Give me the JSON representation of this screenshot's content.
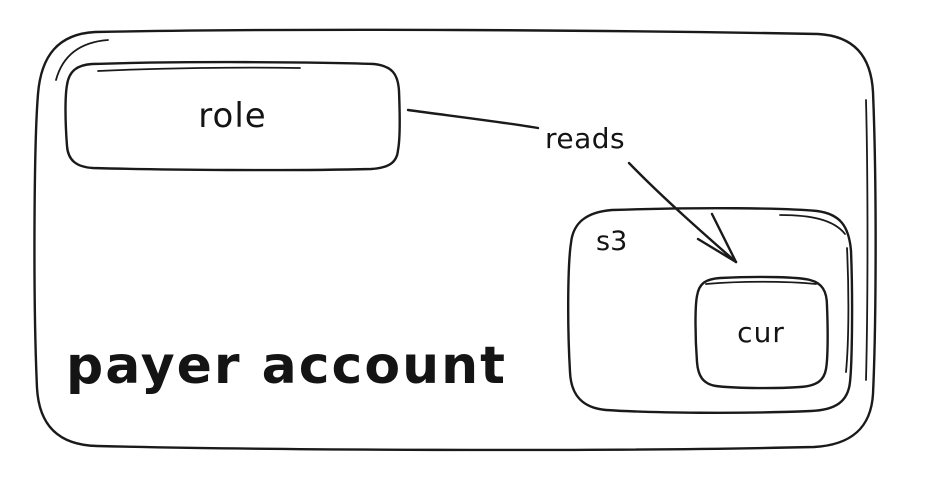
{
  "diagram": {
    "background_color": "#ffffff",
    "stroke_color": "#1a1a1a",
    "nodes": {
      "payer_account": {
        "label": "payer account",
        "type": "container"
      },
      "role": {
        "label": "role",
        "type": "box"
      },
      "s3": {
        "label": "s3",
        "type": "container"
      },
      "cur": {
        "label": "cur",
        "type": "box"
      }
    },
    "edges": {
      "reads": {
        "label": "reads",
        "from": "role",
        "to": "cur"
      }
    }
  }
}
